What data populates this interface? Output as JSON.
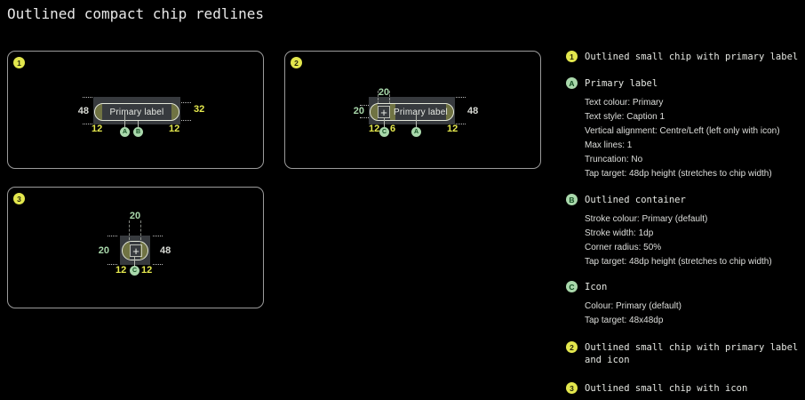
{
  "title": "Outlined compact chip redlines",
  "colors": {
    "background": "#000000",
    "accent_yellow": "#e3e74d",
    "accent_green": "#a9d8ab",
    "measure_white": "#d7d9d3",
    "chip_fill": "#373a3e"
  },
  "panels": {
    "p1": {
      "badge": "1",
      "chip_label": "Primary label",
      "m_left": "48",
      "m_right": "32",
      "m_pad_left": "12",
      "m_pad_right": "12",
      "marker_a": "A",
      "marker_b": "B"
    },
    "p2": {
      "badge": "2",
      "chip_label": "Primary label",
      "icon_glyph": "+",
      "m_top": "20",
      "m_left": "20",
      "m_right": "48",
      "m_pad_left": "12",
      "m_gap": "6",
      "m_pad_right": "12",
      "marker_c": "C",
      "marker_a": "A"
    },
    "p3": {
      "badge": "3",
      "icon_glyph": "+",
      "m_top": "20",
      "m_left": "20",
      "m_right": "48",
      "m_pad_left": "12",
      "m_pad_right": "12",
      "marker_c": "C"
    }
  },
  "legend": {
    "item1": {
      "badge": "1",
      "title": "Outlined small chip with primary label"
    },
    "itemA": {
      "badge": "A",
      "title": "Primary label",
      "details": [
        "Text colour: Primary",
        "Text style: Caption 1",
        "Vertical alignment: Centre/Left (left only with icon)",
        "Max lines: 1",
        "Truncation: No",
        "Tap target: 48dp height (stretches to chip width)"
      ]
    },
    "itemB": {
      "badge": "B",
      "title": "Outlined container",
      "details": [
        "Stroke colour: Primary (default)",
        "Stroke width: 1dp",
        "Corner radius: 50%",
        "Tap target: 48dp height (stretches to chip width)"
      ]
    },
    "itemC": {
      "badge": "C",
      "title": "Icon",
      "details": [
        "Colour: Primary (default)",
        "Tap target: 48x48dp"
      ]
    },
    "item2": {
      "badge": "2",
      "title": "Outlined small chip with primary label and icon"
    },
    "item3": {
      "badge": "3",
      "title": "Outlined small chip with icon"
    }
  }
}
